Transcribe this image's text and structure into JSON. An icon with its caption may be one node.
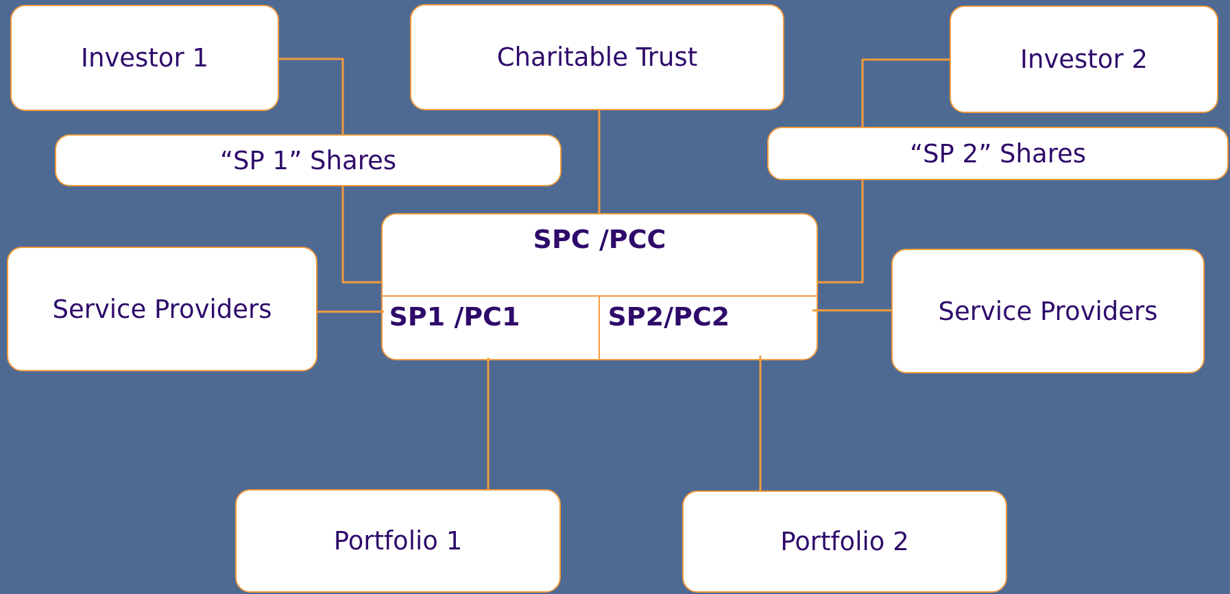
{
  "diagram": {
    "nodes": [
      {
        "text": [
          "Investor 1"
        ]
      },
      {
        "text": [
          "Charitable Trust"
        ]
      },
      {
        "text": [
          "Investor 2"
        ]
      },
      {
        "text": [
          "“SP 1” Shares"
        ]
      },
      {
        "text": [
          "“SP 2” Shares"
        ]
      },
      {
        "text": [
          "SPC /PCC"
        ]
      },
      {
        "text": [
          "SP1 /PC1"
        ],
        "in": 5
      },
      {
        "text": [
          "SP2/PC2"
        ],
        "in": 5
      },
      {
        "text": [
          "Service Providers"
        ]
      },
      {
        "text": [
          "Service Providers"
        ]
      },
      {
        "text": [
          "Portfolio 1"
        ]
      },
      {
        "text": [
          "Portfolio 2"
        ]
      }
    ],
    "edges": [
      {
        "from": 0,
        "to": 3,
        "arrow": "none"
      },
      {
        "from": 3,
        "to": 5,
        "arrow": "none"
      },
      {
        "from": 2,
        "to": 4,
        "arrow": "none"
      },
      {
        "from": 4,
        "to": 5,
        "arrow": "none"
      },
      {
        "from": 1,
        "to": 5,
        "arrow": "none"
      },
      {
        "from": 8,
        "to": 6,
        "arrow": "none"
      },
      {
        "from": 9,
        "to": 7,
        "arrow": "none"
      },
      {
        "from": 6,
        "to": 10,
        "arrow": "none"
      },
      {
        "from": 7,
        "to": 11,
        "arrow": "none"
      }
    ]
  }
}
